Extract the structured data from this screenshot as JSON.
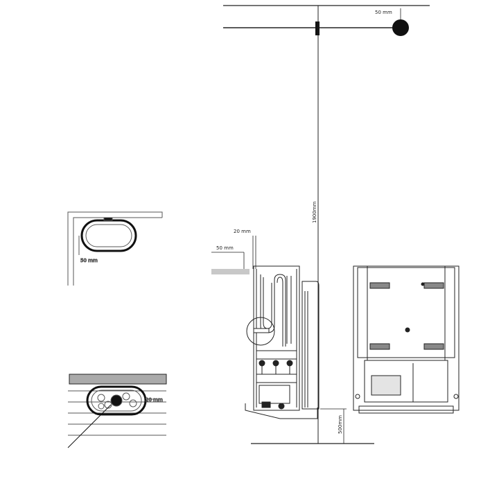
{
  "dimensions": {
    "ceiling_gap": "50 mm",
    "total_height": "1900mm",
    "side_gap_top": "20 mm",
    "side_gap_wall": "50 mm",
    "floor_height": "500mm",
    "detail_top_gap": "50 mm",
    "detail_bottom_gap": "20 mm"
  }
}
